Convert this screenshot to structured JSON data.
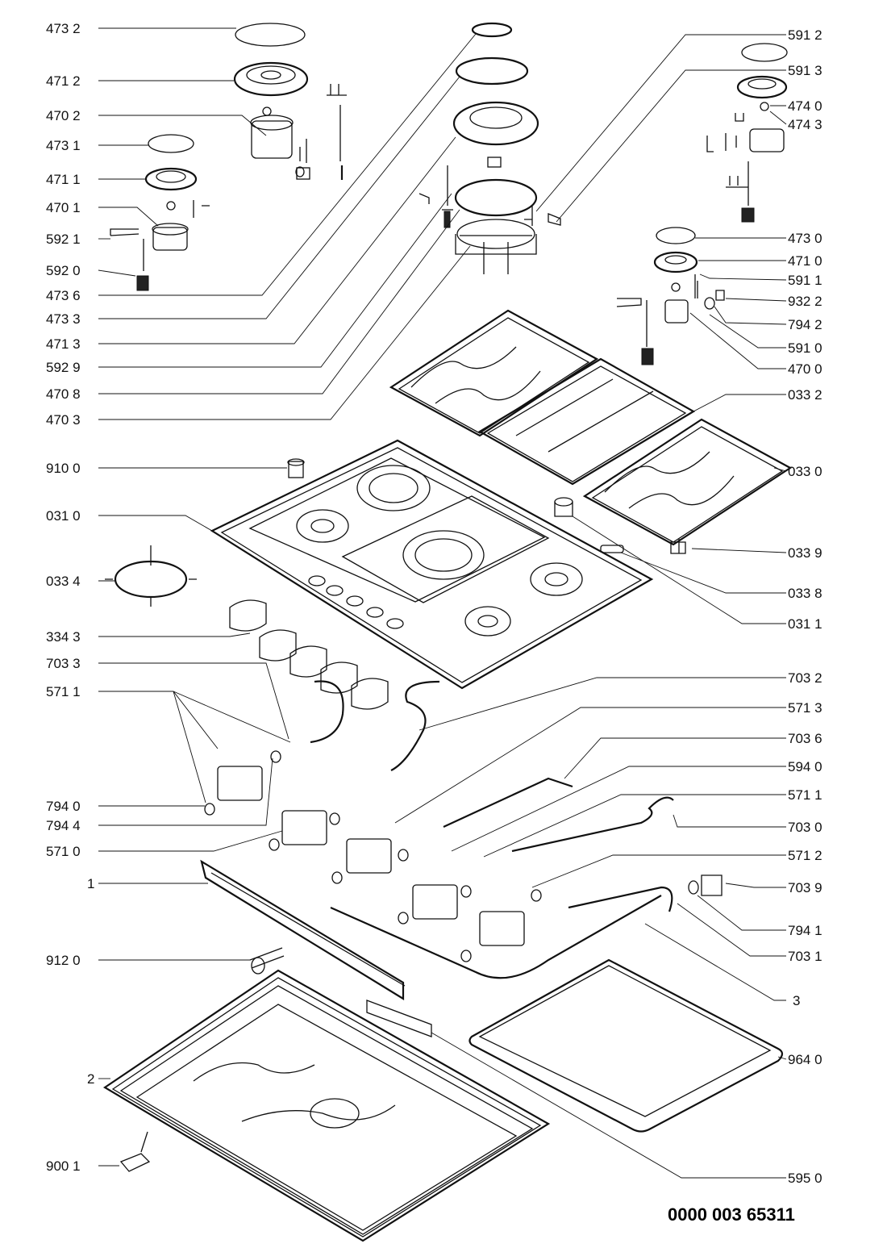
{
  "labels": {
    "left": [
      "473 2",
      "471 2",
      "470 2",
      "473 1",
      "471 1",
      "470 1",
      "592 1",
      "592 0",
      "473 6",
      "473 3",
      "471 3",
      "592 9",
      "470 8",
      "470 3",
      "910 0",
      "031 0",
      "033 4",
      "334 3",
      "703 3",
      "571 1",
      "794 0",
      "794 4",
      "571 0",
      "1",
      "912 0",
      "2",
      "900 1"
    ],
    "right": [
      "591 2",
      "591 3",
      "474 0",
      "474 3",
      "473 0",
      "471 0",
      "591 1",
      "932 2",
      "794 2",
      "591 0",
      "470 0",
      "033 2",
      "033 0",
      "033 9",
      "033 8",
      "031 1",
      "703 2",
      "571 3",
      "703 6",
      "594 0",
      "571 1",
      "703 0",
      "571 2",
      "703 9",
      "794 1",
      "703 1",
      "3",
      "964 0",
      "595 0"
    ]
  },
  "document_number": "0000 003 65311"
}
